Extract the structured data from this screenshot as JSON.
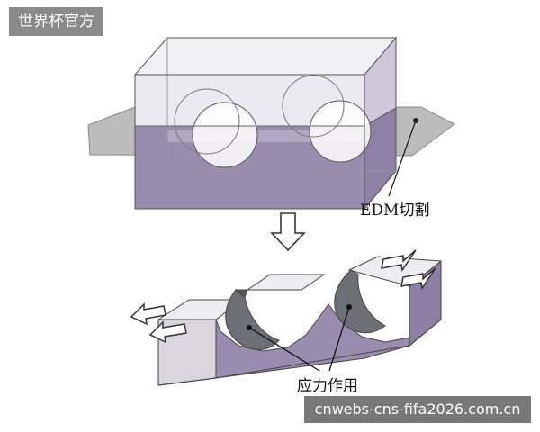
{
  "badge": {
    "text": "世界杯官方"
  },
  "labels": {
    "edm_cut": "EDM切割",
    "stress": "应力作用"
  },
  "watermark": {
    "text": "cnwebs-cns-fifa2026.com.cn"
  },
  "colors": {
    "cutting_plane": "#b5b5b5",
    "purple_body": "#9a8cae",
    "purple_dark": "#7f7296",
    "block_light": "#ececf2",
    "stress_face": "#7a7a80",
    "outline": "#333333"
  }
}
